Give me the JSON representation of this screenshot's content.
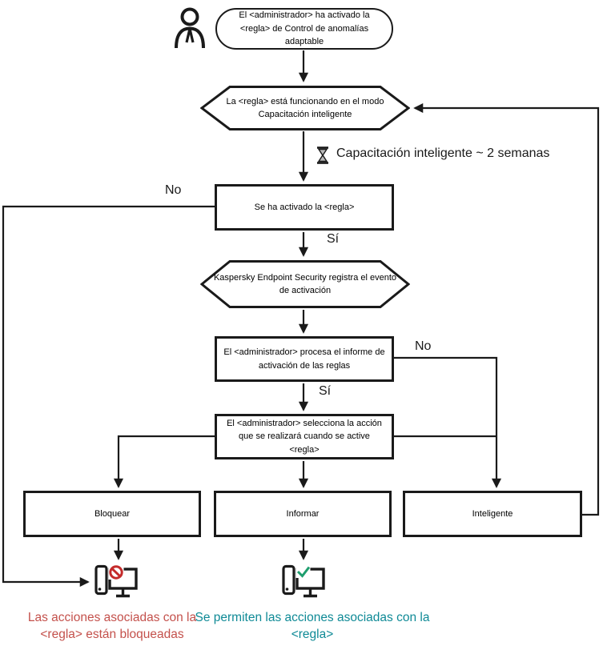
{
  "flowchart": {
    "start": "El <administrador> ha activado la <regla> de Control de anomalías adaptable",
    "smart_mode": "La <regla> está funcionando en el modo Capacitación inteligente",
    "timer_note": "Capacitación inteligente ~ 2 semanas",
    "rule_triggered": "Se ha activado la <regla>",
    "kes_registers": "Kaspersky Endpoint Security registra el evento de activación",
    "admin_processes": "El <administrador> procesa el informe de activación de las reglas",
    "admin_selects": "El <administrador> selecciona la acción que se realizará cuando se active <regla>",
    "action_block": "Bloquear",
    "action_inform": "Informar",
    "action_smart": "Inteligente",
    "result_blocked": "Las acciones asociadas con la <regla> están bloqueadas",
    "result_allowed": "Se permiten las acciones asociadas con la <regla>",
    "label_no_rule": "No",
    "label_yes_rule": "Sí",
    "label_no_report": "No",
    "label_yes_report": "Sí"
  },
  "icons": {
    "person": "person-icon",
    "hourglass": "hourglass-icon",
    "computer_blocked": "computer-blocked-icon",
    "computer_allowed": "computer-check-icon"
  },
  "colors": {
    "line": "#1a1a1a",
    "blocked_text": "#c4514c",
    "allowed_text": "#0f8a96",
    "ban_symbol": "#c42b2b",
    "check_symbol": "#1e9e6e"
  }
}
